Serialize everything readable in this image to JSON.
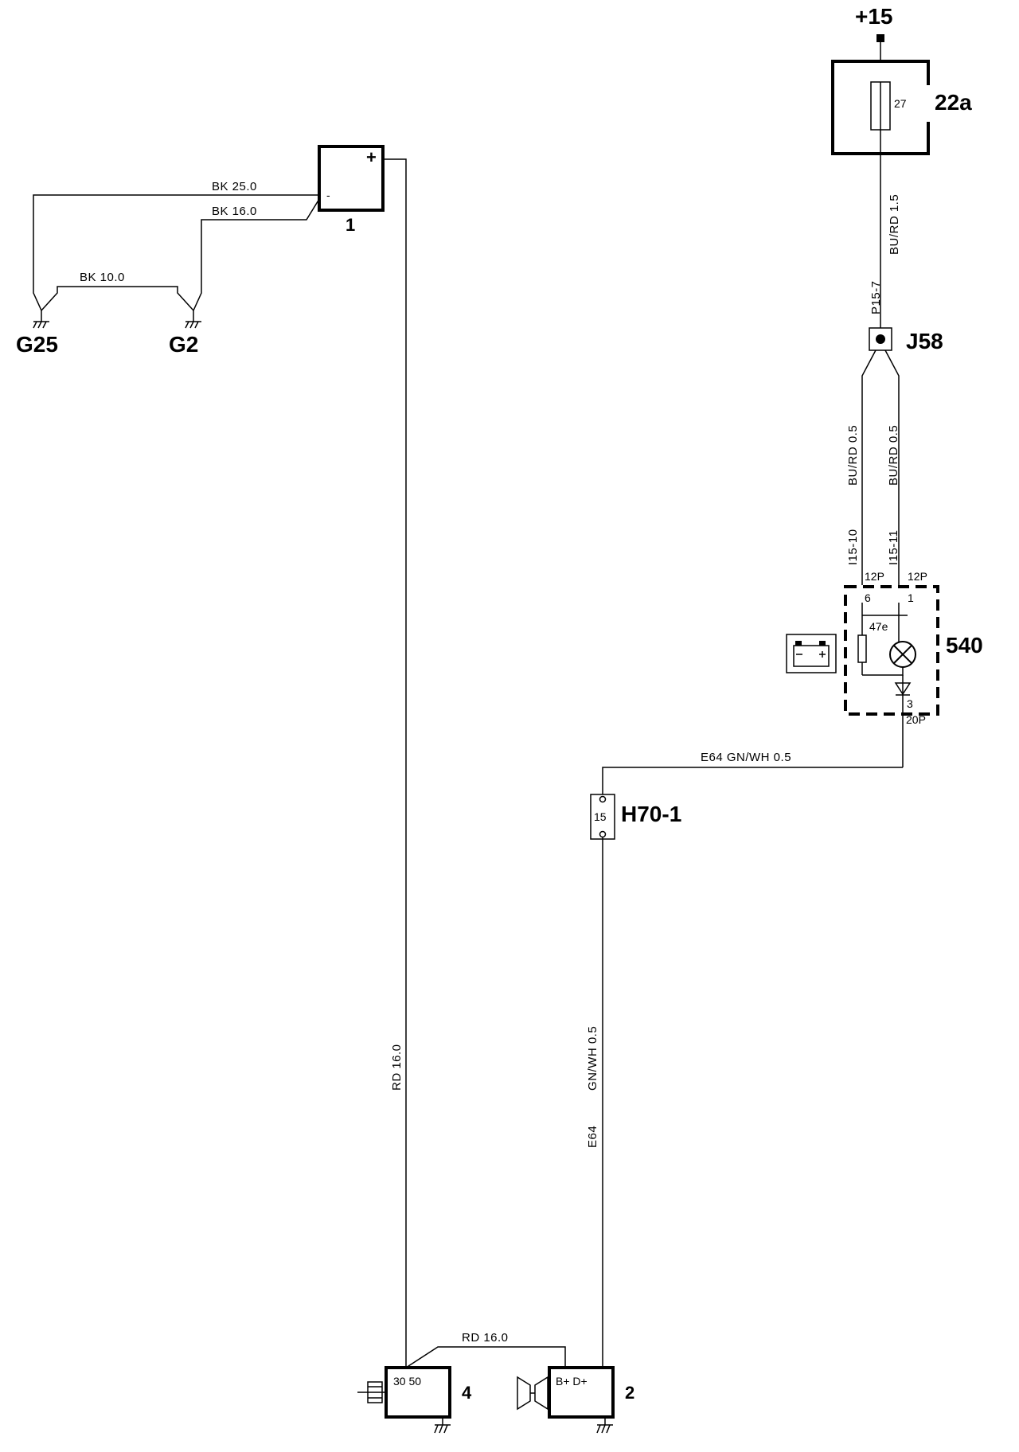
{
  "components": {
    "supply": "+15",
    "fuse_box": {
      "id": "22a",
      "fuse": "27"
    },
    "battery": {
      "id": "1",
      "plus": "+",
      "minus": "-"
    },
    "junction": {
      "id": "J58"
    },
    "instrument": {
      "id": "540",
      "conn_left": "12P",
      "conn_right": "12P",
      "pin_left": "6",
      "pin_right": "1",
      "lamp_code": "47e",
      "pin_out": "3",
      "conn_out": "20P"
    },
    "connector": {
      "id": "H70-1",
      "pin": "15"
    },
    "starter": {
      "id": "4",
      "pins": "30 50"
    },
    "alternator": {
      "id": "2",
      "pins": "B+ D+"
    },
    "grounds": {
      "g25": "G25",
      "g2": "G2"
    }
  },
  "wires": {
    "fuse_out": "BU/RD 1.5",
    "fuse_out_pin": "P15-7",
    "j58_left": "BU/RD 0.5",
    "j58_left_pin": "I15-10",
    "j58_right": "BU/RD 0.5",
    "j58_right_pin": "I15-11",
    "inst_to_conn": "E64  GN/WH 0.5",
    "conn_to_alt": "GN/WH 0.5",
    "conn_to_alt_code": "E64",
    "batt_g25": "BK  25.0",
    "batt_g2": "BK  16.0",
    "g25_g2": "BK 10.0",
    "batt_starter": "RD 16.0",
    "starter_alt": "RD  16.0"
  }
}
